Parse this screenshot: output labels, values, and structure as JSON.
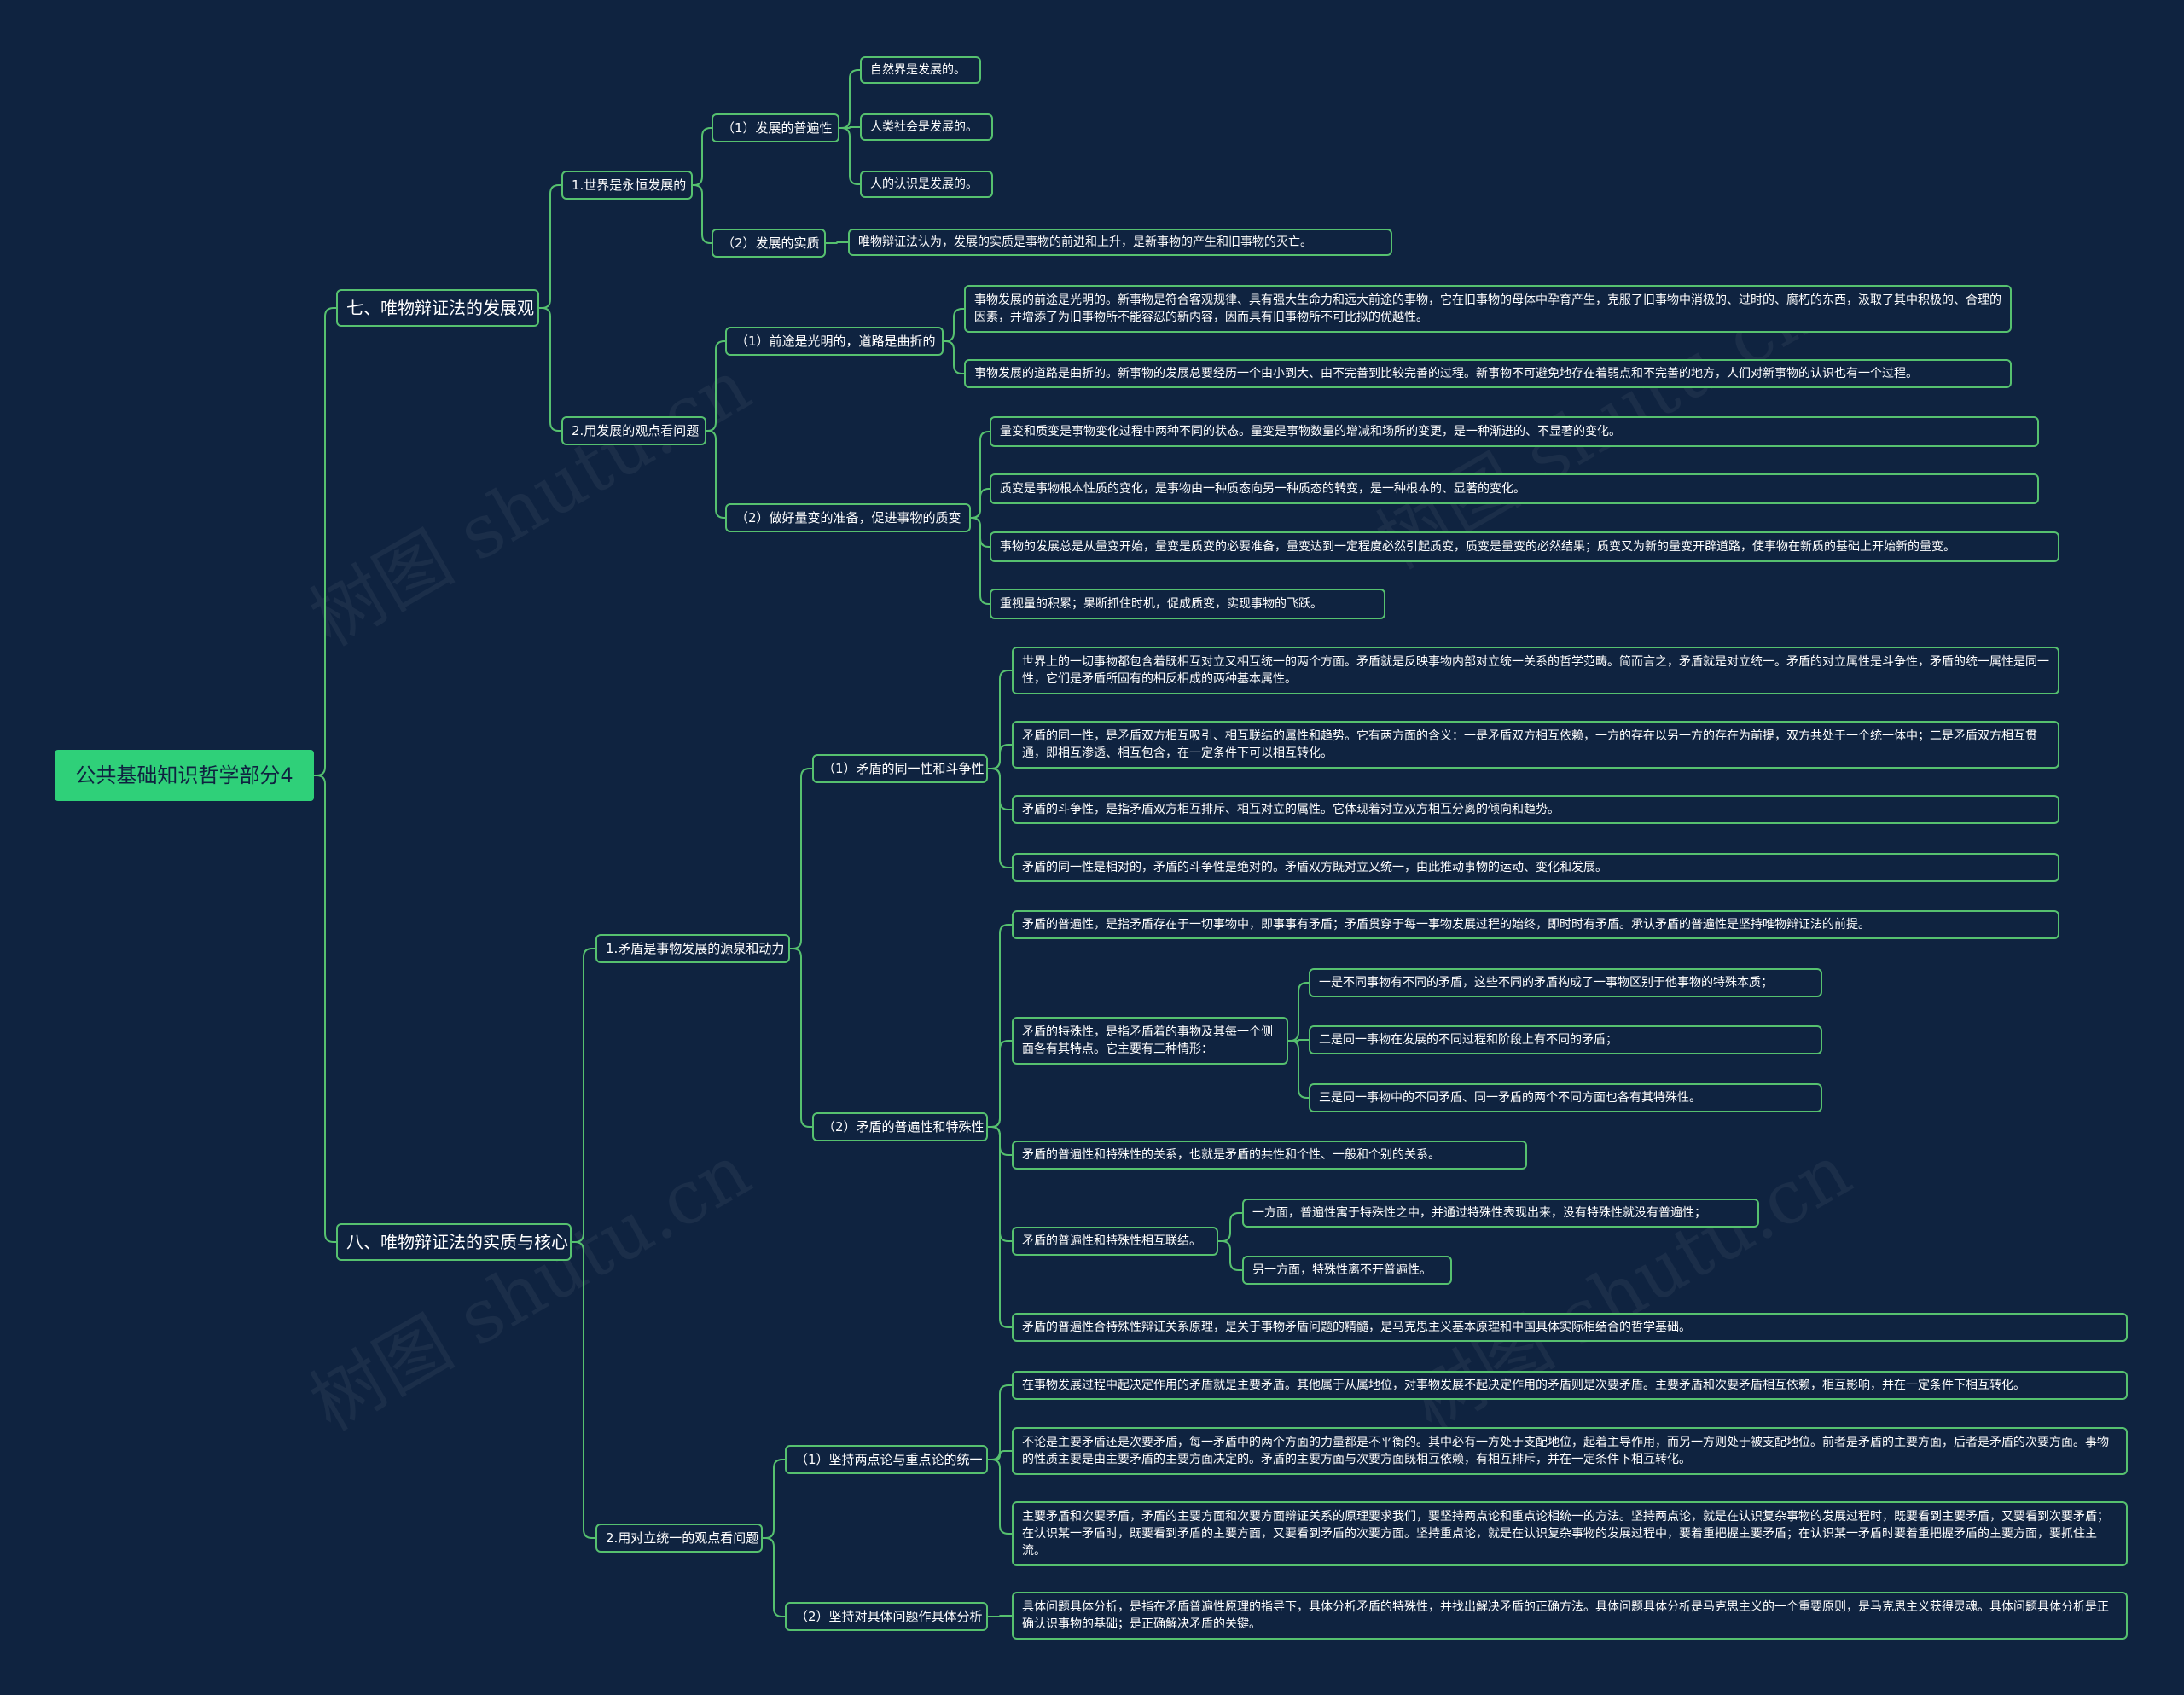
{
  "watermark": "树图 shutu.cn",
  "root": "公共基础知识哲学部分4",
  "sec7": {
    "title": "七、唯物辩证法的发展观",
    "p1": {
      "title": "1.世界是永恒发展的",
      "s1": {
        "title": "（1）发展的普遍性",
        "items": [
          "自然界是发展的。",
          "人类社会是发展的。",
          "人的认识是发展的。"
        ]
      },
      "s2": {
        "title": "（2）发展的实质",
        "items": [
          "唯物辩证法认为，发展的实质是事物的前进和上升，是新事物的产生和旧事物的灭亡。"
        ]
      }
    },
    "p2": {
      "title": "2.用发展的观点看问题",
      "s1": {
        "title": "（1）前途是光明的，道路是曲折的",
        "items": [
          "事物发展的前途是光明的。新事物是符合客观规律、具有强大生命力和远大前途的事物，它在旧事物的母体中孕育产生，克服了旧事物中消极的、过时的、腐朽的东西，汲取了其中积极的、合理的因素，并增添了为旧事物所不能容忍的新内容，因而具有旧事物所不可比拟的优越性。",
          "事物发展的道路是曲折的。新事物的发展总要经历一个由小到大、由不完善到比较完善的过程。新事物不可避免地存在着弱点和不完善的地方，人们对新事物的认识也有一个过程。"
        ]
      },
      "s2": {
        "title": "（2）做好量变的准备，促进事物的质变",
        "items": [
          "量变和质变是事物变化过程中两种不同的状态。量变是事物数量的增减和场所的变更，是一种渐进的、不显著的变化。",
          "质变是事物根本性质的变化，是事物由一种质态向另一种质态的转变，是一种根本的、显著的变化。",
          "事物的发展总是从量变开始，量变是质变的必要准备，量变达到一定程度必然引起质变，质变是量变的必然结果；质变又为新的量变开辟道路，使事物在新质的基础上开始新的量变。",
          "重视量的积累；果断抓住时机，促成质变，实现事物的飞跃。"
        ]
      }
    }
  },
  "sec8": {
    "title": "八、唯物辩证法的实质与核心",
    "p1": {
      "title": "1.矛盾是事物发展的源泉和动力",
      "s1": {
        "title": "（1）矛盾的同一性和斗争性",
        "items": [
          "世界上的一切事物都包含着既相互对立又相互统一的两个方面。矛盾就是反映事物内部对立统一关系的哲学范畴。简而言之，矛盾就是对立统一。矛盾的对立属性是斗争性，矛盾的统一属性是同一性，它们是矛盾所固有的相反相成的两种基本属性。",
          "矛盾的同一性，是矛盾双方相互吸引、相互联结的属性和趋势。它有两方面的含义：一是矛盾双方相互依赖，一方的存在以另一方的存在为前提，双方共处于一个统一体中；二是矛盾双方相互贯通，即相互渗透、相互包含，在一定条件下可以相互转化。",
          "矛盾的斗争性，是指矛盾双方相互排斥、相互对立的属性。它体现着对立双方相互分离的倾向和趋势。",
          "矛盾的同一性是相对的，矛盾的斗争性是绝对的。矛盾双方既对立又统一，由此推动事物的运动、变化和发展。"
        ]
      },
      "s2": {
        "title": "（2）矛盾的普遍性和特殊性",
        "a": "矛盾的普遍性，是指矛盾存在于一切事物中，即事事有矛盾；矛盾贯穿于每一事物发展过程的始终，即时时有矛盾。承认矛盾的普遍性是坚持唯物辩证法的前提。",
        "b": {
          "title": "矛盾的特殊性，是指矛盾着的事物及其每一个侧面各有其特点。它主要有三种情形：",
          "items": [
            "一是不同事物有不同的矛盾，这些不同的矛盾构成了一事物区别于他事物的特殊本质；",
            "二是同一事物在发展的不同过程和阶段上有不同的矛盾；",
            "三是同一事物中的不同矛盾、同一矛盾的两个不同方面也各有其特殊性。"
          ]
        },
        "c": "矛盾的普遍性和特殊性的关系，也就是矛盾的共性和个性、一般和个别的关系。",
        "d": {
          "title": "矛盾的普遍性和特殊性相互联结。",
          "items": [
            "一方面，普遍性寓于特殊性之中，并通过特殊性表现出来，没有特殊性就没有普遍性；",
            "另一方面，特殊性离不开普遍性。"
          ]
        },
        "e": "矛盾的普遍性合特殊性辩证关系原理，是关于事物矛盾问题的精髓，是马克思主义基本原理和中国具体实际相结合的哲学基础。"
      }
    },
    "p2": {
      "title": "2.用对立统一的观点看问题",
      "s1": {
        "title": "（1）坚持两点论与重点论的统一",
        "items": [
          "在事物发展过程中起决定作用的矛盾就是主要矛盾。其他属于从属地位，对事物发展不起决定作用的矛盾则是次要矛盾。主要矛盾和次要矛盾相互依赖，相互影响，并在一定条件下相互转化。",
          "不论是主要矛盾还是次要矛盾，每一矛盾中的两个方面的力量都是不平衡的。其中必有一方处于支配地位，起着主导作用，而另一方则处于被支配地位。前者是矛盾的主要方面，后者是矛盾的次要方面。事物的性质主要是由主要矛盾的主要方面决定的。矛盾的主要方面与次要方面既相互依赖，有相互排斥，并在一定条件下相互转化。",
          "主要矛盾和次要矛盾，矛盾的主要方面和次要方面辩证关系的原理要求我们，要坚持两点论和重点论相统一的方法。坚持两点论，就是在认识复杂事物的发展过程时，既要看到主要矛盾，又要看到次要矛盾；在认识某一矛盾时，既要看到矛盾的主要方面，又要看到矛盾的次要方面。坚持重点论，就是在认识复杂事物的发展过程中，要着重把握主要矛盾；在认识某一矛盾时要着重把握矛盾的主要方面，要抓住主流。"
        ]
      },
      "s2": {
        "title": "（2）坚持对具体问题作具体分析",
        "items": [
          "具体问题具体分析，是指在矛盾普遍性原理的指导下，具体分析矛盾的特殊性，并找出解决矛盾的正确方法。具体问题具体分析是马克思主义的一个重要原则，是马克思主义获得灵魂。具体问题具体分析是正确认识事物的基础；是正确解决矛盾的关键。"
        ]
      }
    }
  }
}
